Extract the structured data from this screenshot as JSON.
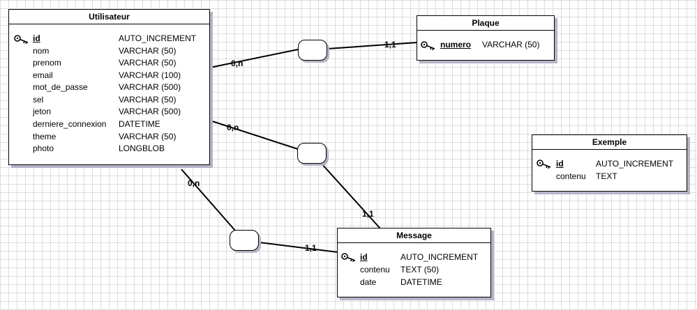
{
  "entities": {
    "utilisateur": {
      "title": "Utilisateur",
      "attributes": [
        {
          "name": "id",
          "type": "AUTO_INCREMENT",
          "pk": true
        },
        {
          "name": "nom",
          "type": "VARCHAR (50)"
        },
        {
          "name": "prenom",
          "type": "VARCHAR (50)"
        },
        {
          "name": "email",
          "type": "VARCHAR (100)"
        },
        {
          "name": "mot_de_passe",
          "type": "VARCHAR (500)"
        },
        {
          "name": "sel",
          "type": "VARCHAR (50)"
        },
        {
          "name": "jeton",
          "type": "VARCHAR (500)"
        },
        {
          "name": "derniere_connexion",
          "type": "DATETIME"
        },
        {
          "name": "theme",
          "type": "VARCHAR (50)"
        },
        {
          "name": "photo",
          "type": "LONGBLOB"
        }
      ]
    },
    "plaque": {
      "title": "Plaque",
      "attributes": [
        {
          "name": "numero",
          "type": "VARCHAR (50)",
          "pk": true
        }
      ]
    },
    "exemple": {
      "title": "Exemple",
      "attributes": [
        {
          "name": "id",
          "type": "AUTO_INCREMENT",
          "pk": true
        },
        {
          "name": "contenu",
          "type": "TEXT"
        }
      ]
    },
    "message": {
      "title": "Message",
      "attributes": [
        {
          "name": "id",
          "type": "AUTO_INCREMENT",
          "pk": true
        },
        {
          "name": "contenu",
          "type": "TEXT (50)"
        },
        {
          "name": "date",
          "type": "DATETIME"
        }
      ]
    }
  },
  "cardinalities": {
    "utilisateur_plaque_left": "0,n",
    "utilisateur_plaque_right": "1,1",
    "utilisateur_message_top_left": "0,n",
    "utilisateur_message_top_right": "1,1",
    "utilisateur_message_bottom_left": "0,n",
    "utilisateur_message_bottom_right": "1,1"
  },
  "colors": {
    "line": "#000000",
    "shadow": "#b4b4c8",
    "grid": "#dcdcdc"
  },
  "icons": {
    "primary_key": "key-icon"
  }
}
